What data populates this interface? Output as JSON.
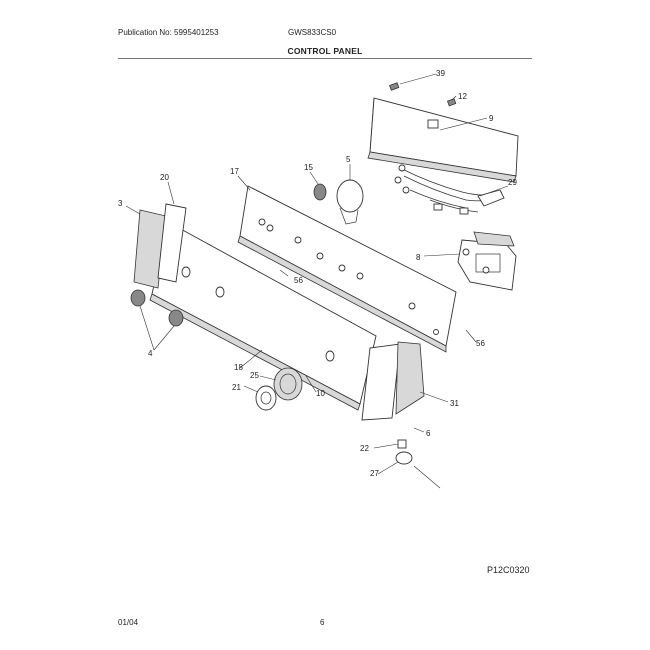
{
  "header": {
    "publication": "Publication No: 5995401253",
    "model": "GWS833CS0"
  },
  "title": "CONTROL PANEL",
  "callouts": [
    "39",
    "12",
    "9",
    "29",
    "20",
    "17",
    "15",
    "5",
    "3",
    "8",
    "56",
    "56",
    "4",
    "18",
    "25",
    "21",
    "10",
    "31",
    "6",
    "22",
    "27"
  ],
  "drawing_code": "P12C0320",
  "footer": {
    "date": "01/04",
    "page": "6"
  }
}
